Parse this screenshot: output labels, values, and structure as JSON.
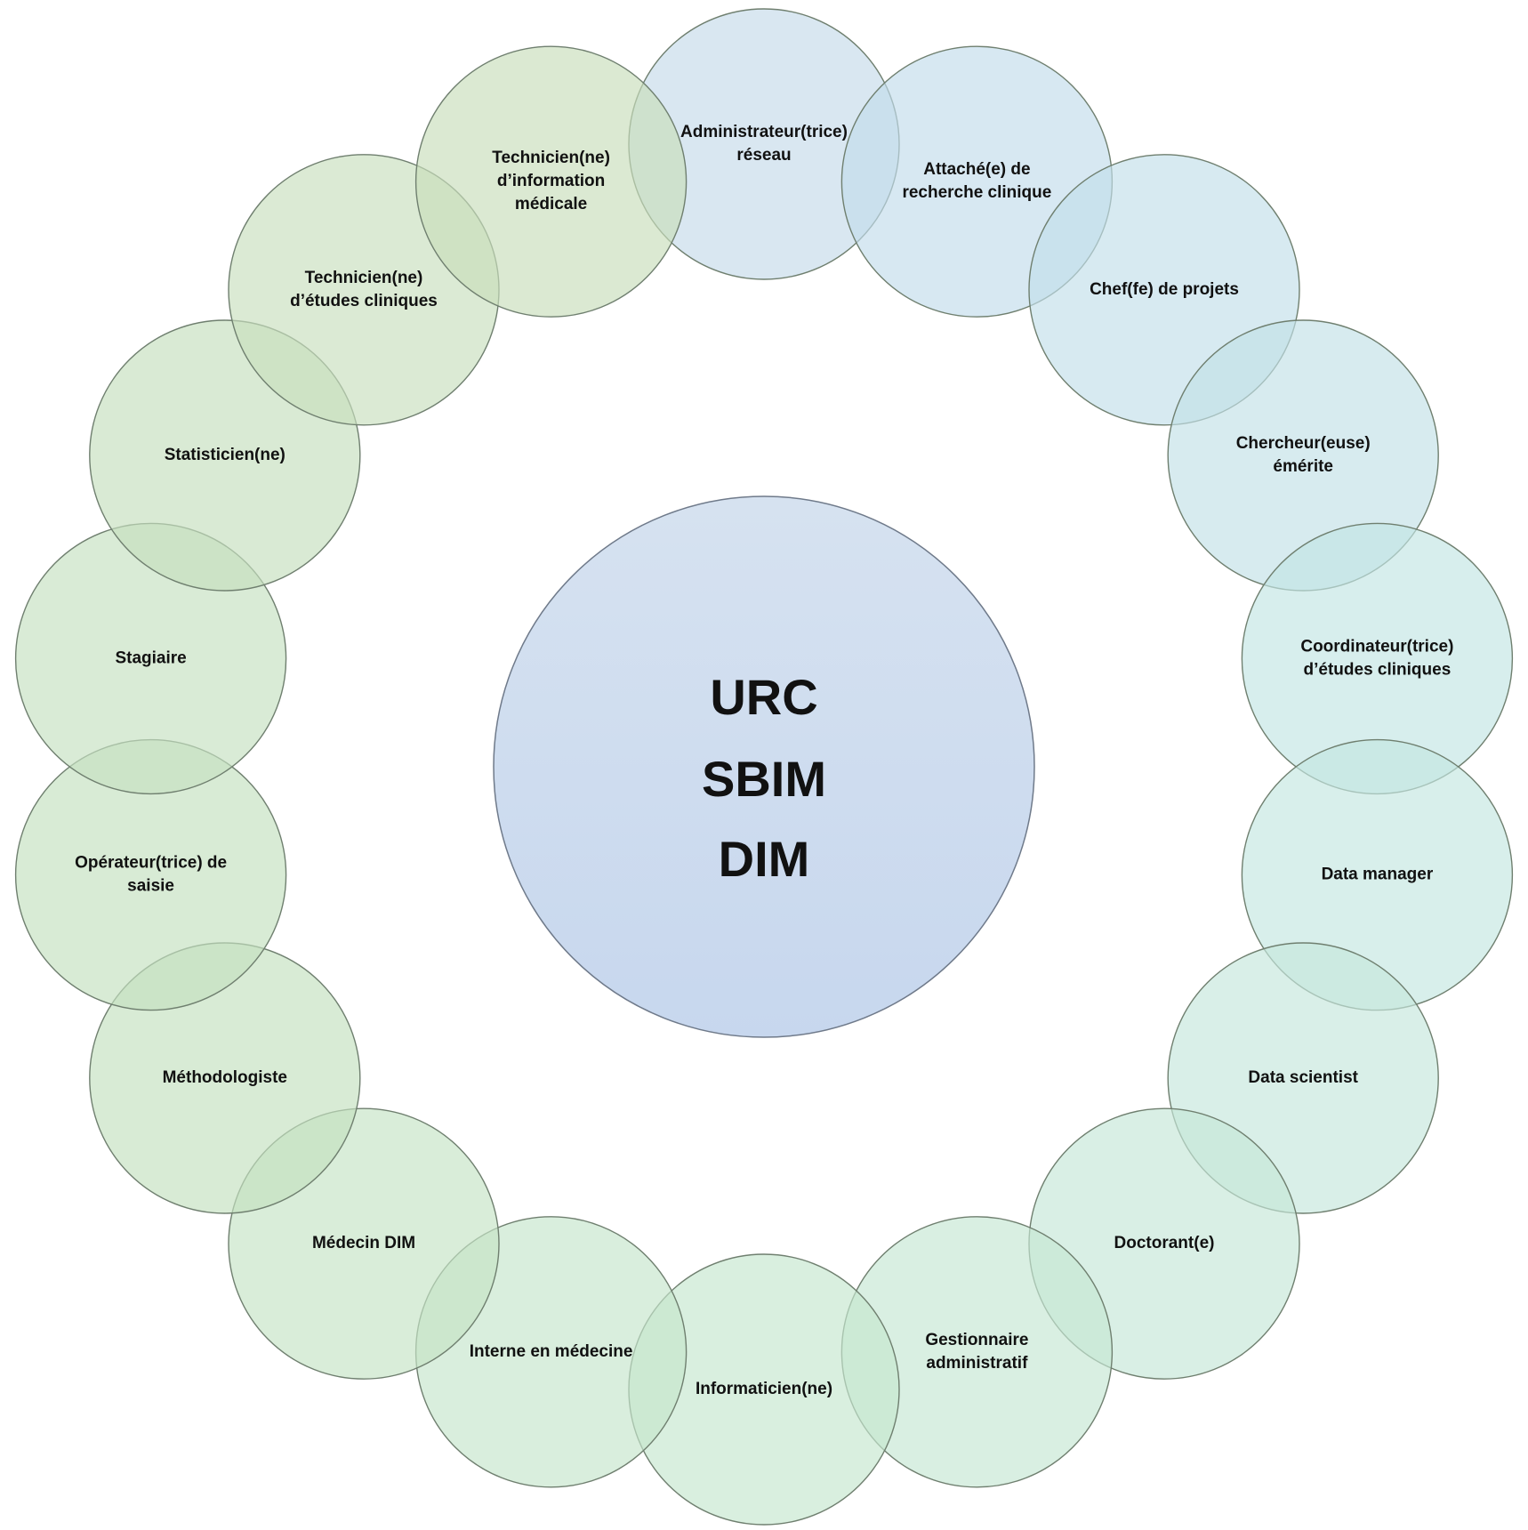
{
  "center": {
    "lines": [
      "URC",
      "SBIM",
      "DIM"
    ],
    "color_top": "#d6e2f0",
    "color_bottom": "#c7d7ee"
  },
  "roles": [
    {
      "lines": [
        "Administrateur(trice)",
        "réseau"
      ],
      "color": "#c5dbea"
    },
    {
      "lines": [
        "Attaché(e) de",
        "recherche clinique"
      ],
      "color": "#c3dceb"
    },
    {
      "lines": [
        "Chef(fe) de projets"
      ],
      "color": "#c3dfea"
    },
    {
      "lines": [
        "Chercheur(euse)",
        "émérite"
      ],
      "color": "#c2e1e6"
    },
    {
      "lines": [
        "Coordinateur(trice)",
        "d’études cliniques"
      ],
      "color": "#c3e5e3"
    },
    {
      "lines": [
        "Data manager"
      ],
      "color": "#c4e6e0"
    },
    {
      "lines": [
        "Data scientist"
      ],
      "color": "#c5e6dc"
    },
    {
      "lines": [
        "Doctorant(e)"
      ],
      "color": "#c6e6d8"
    },
    {
      "lines": [
        "Gestionnaire",
        "administratif"
      ],
      "color": "#c6e6d3"
    },
    {
      "lines": [
        "Informaticien(ne)"
      ],
      "color": "#c6e6cf"
    },
    {
      "lines": [
        "Interne en médecine"
      ],
      "color": "#c6e5cc"
    },
    {
      "lines": [
        "Médecin DIM"
      ],
      "color": "#c5e3c6"
    },
    {
      "lines": [
        "Méthodologiste"
      ],
      "color": "#c4e1c0"
    },
    {
      "lines": [
        "Opérateur(trice) de",
        "saisie"
      ],
      "color": "#c4e1bf"
    },
    {
      "lines": [
        "Stagiaire"
      ],
      "color": "#c6e1c1"
    },
    {
      "lines": [
        "Statisticien(ne)"
      ],
      "color": "#c5dfbd"
    },
    {
      "lines": [
        "Technicien(ne)",
        "d’études cliniques"
      ],
      "color": "#c8dfbe"
    },
    {
      "lines": [
        "Technicien(ne)",
        "d’information",
        "médicale"
      ],
      "color": "#c9ddba"
    }
  ]
}
